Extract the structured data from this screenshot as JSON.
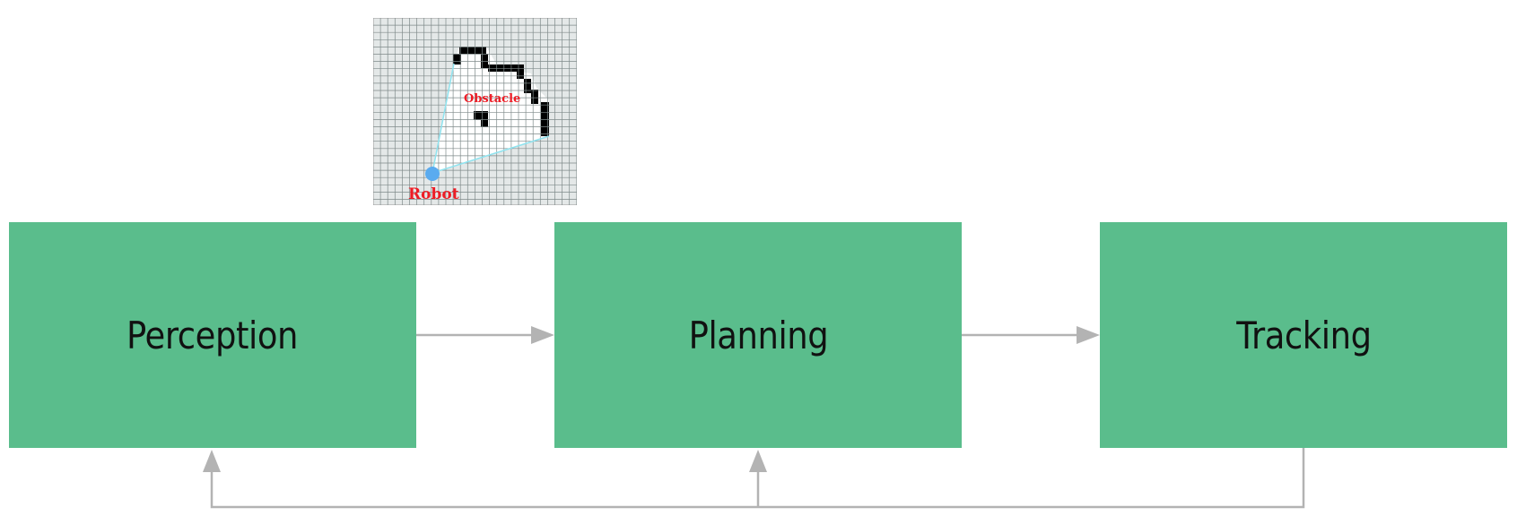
{
  "diagram": {
    "nodes": [
      {
        "id": "perception",
        "label": "Perception"
      },
      {
        "id": "planning",
        "label": "Planning"
      },
      {
        "id": "tracking",
        "label": "Tracking"
      }
    ],
    "edges": [
      {
        "from": "perception",
        "to": "planning"
      },
      {
        "from": "planning",
        "to": "tracking"
      },
      {
        "from": "tracking",
        "to": "perception"
      },
      {
        "from": "tracking",
        "to": "planning"
      }
    ],
    "occupancy_grid": {
      "obstacle_label": "Obstacle",
      "robot_label": "Robot"
    },
    "colors": {
      "block_fill": "#5abd8c",
      "arrow": "#b3b3b3",
      "obstacle_cells": "#000000",
      "label_text": "#ee1c25",
      "robot_dot": "#5aabef",
      "ray": "#8fe3ef"
    }
  }
}
